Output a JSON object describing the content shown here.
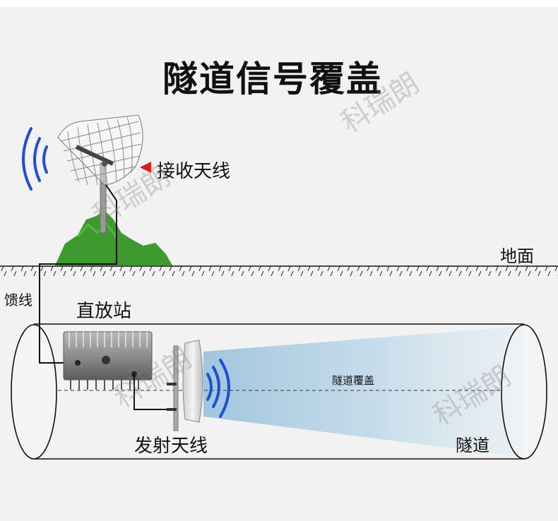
{
  "diagram": {
    "title": "隧道信号覆盖",
    "labels": {
      "receive_antenna": "接收天线",
      "ground": "地面",
      "feeder": "馈线",
      "repeater": "直放站",
      "tunnel_coverage": "隧道覆盖",
      "transmit_antenna": "发射天线",
      "tunnel": "隧道"
    },
    "watermark": "科瑞朗"
  },
  "colors": {
    "signal_wave": "#1d4fd8",
    "mountain": "#3e9a2e",
    "coverage_beam": "#b4d2e6",
    "marker": "#e01b1b",
    "line": "#111111"
  },
  "icons": [
    "grid-antenna-icon",
    "panel-antenna-icon",
    "repeater-unit-icon",
    "signal-wave-icon",
    "mountain-icon",
    "marker-triangle-icon"
  ]
}
